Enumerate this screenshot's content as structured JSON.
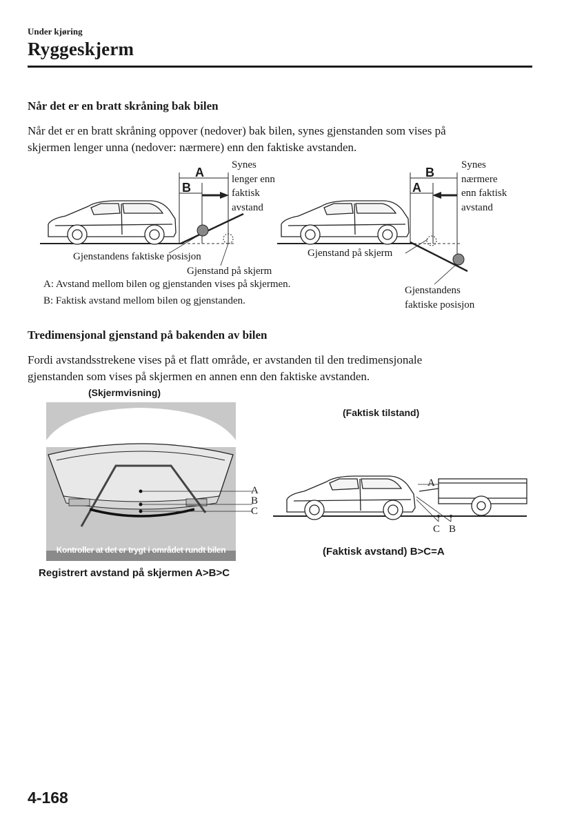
{
  "header": {
    "section": "Under kjøring",
    "title": "Ryggeskjerm"
  },
  "slope_section": {
    "heading": "Når det er en bratt skråning bak bilen",
    "paragraph_line1": "Når det er en bratt skråning oppover (nedover) bak bilen, synes gjenstanden som vises på",
    "paragraph_line2": "skjermen lenger unna (nedover: nærmere) enn den faktiske avstanden.",
    "left_figure": {
      "label_A": "A",
      "label_B": "B",
      "note_line1": "Synes",
      "note_line2": "lenger enn",
      "note_line3": "faktisk",
      "note_line4": "avstand",
      "actual_position": "Gjenstandens faktiske posisjon",
      "on_screen": "Gjenstand på skjerm"
    },
    "right_figure": {
      "label_A": "A",
      "label_B": "B",
      "note_line1": "Synes",
      "note_line2": "nærmere",
      "note_line3": "enn faktisk",
      "note_line4": "avstand",
      "on_screen": "Gjenstand på skjerm",
      "actual_line1": "Gjenstandens",
      "actual_line2": "faktiske posisjon"
    },
    "legend_A": "A: Avstand mellom bilen og gjenstanden vises på skjermen.",
    "legend_B": "B: Faktisk avstand mellom bilen og gjenstanden."
  },
  "three_d_section": {
    "heading": "Tredimensjonal gjenstand på bakenden av bilen",
    "paragraph_line1": "Fordi avstandsstrekene vises på et flatt område, er avstanden til den tredimensjonale",
    "paragraph_line2": "gjenstanden som vises på skjermen en annen enn den faktiske avstanden.",
    "screen_view_title": "(Skjermvisning)",
    "screen_caption": "Kontroller at det er trygt i området rundt bilen",
    "screen_label_A": "A",
    "screen_label_B": "B",
    "screen_label_C": "C",
    "screen_footer": "Registrert avstand på skjermen A>B>C",
    "actual_title": "(Faktisk tilstand)",
    "actual_label_A": "A",
    "actual_label_C": "C",
    "actual_label_B": "B",
    "actual_footer": "(Faktisk avstand) B>C=A"
  },
  "footer": {
    "page_number": "4-168"
  }
}
